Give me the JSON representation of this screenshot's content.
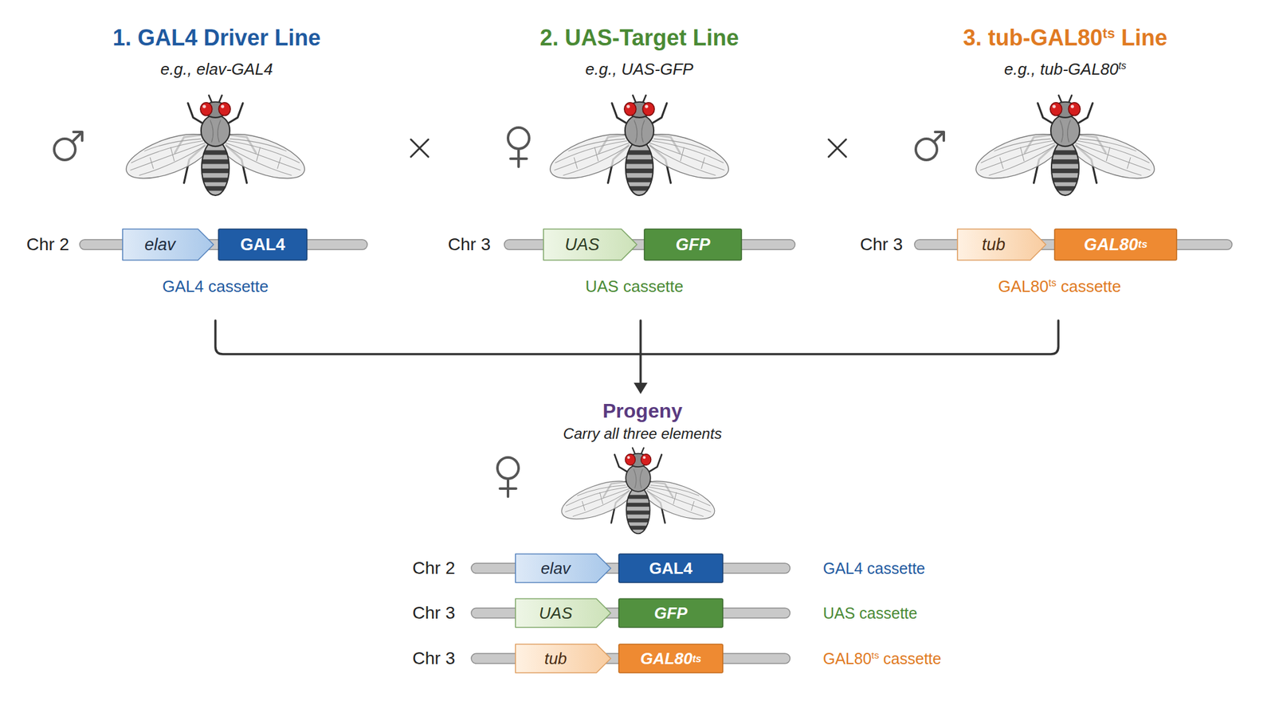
{
  "diagram": {
    "nodes": [
      {
        "text": [
          "elav"
        ]
      },
      {
        "text": [
          "GAL4"
        ]
      },
      {
        "text": [
          "UAS"
        ]
      },
      {
        "text": [
          "GFP"
        ]
      },
      {
        "text": [
          "tub"
        ]
      },
      {
        "text": [
          "GAL80ts"
        ]
      },
      {
        "text": [
          "elav"
        ]
      },
      {
        "text": [
          "GAL4"
        ]
      },
      {
        "text": [
          "UAS"
        ]
      },
      {
        "text": [
          "GFP"
        ]
      },
      {
        "text": [
          "tub"
        ]
      },
      {
        "text": [
          "GAL80ts"
        ]
      }
    ],
    "labels": [
      "1. GAL4 Driver Line",
      "e.g., elav-GAL4",
      "2. UAS-Target Line",
      "e.g., UAS-GFP",
      "3. tub-GAL80ts Line",
      "e.g., tub-GAL80ts",
      "Chr 2",
      "GAL4 cassette",
      "Chr 3",
      "UAS cassette",
      "Chr 3",
      "GAL80ts cassette",
      "Progeny",
      "Carry all three elements",
      "Chr 2",
      "GAL4 cassette",
      "Chr 3",
      "UAS cassette",
      "Chr 3",
      "GAL80ts cassette"
    ]
  }
}
